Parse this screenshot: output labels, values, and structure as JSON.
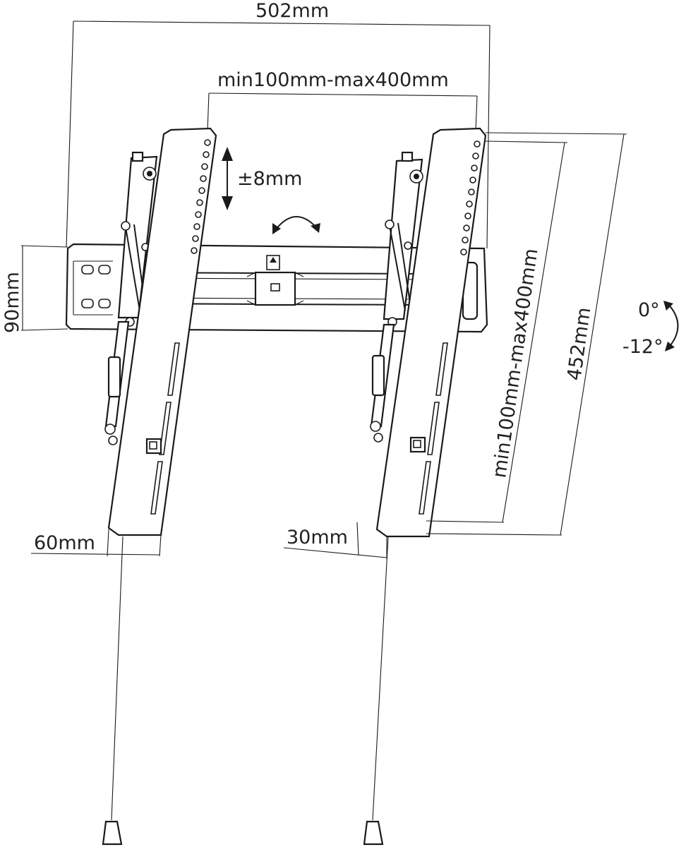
{
  "dimensions": {
    "overall_width": "502mm",
    "vesa_horizontal": "min100mm-max400mm",
    "vertical_adjust": "±8mm",
    "wall_plate_height": "90mm",
    "vesa_vertical": "min100mm-max400mm",
    "arm_length": "452mm",
    "tilt_top": "0°",
    "tilt_bottom": "-12°",
    "arm_width": "60mm",
    "arm_depth": "30mm"
  },
  "colors": {
    "ink": "#1a1a1a",
    "background": "#ffffff"
  }
}
